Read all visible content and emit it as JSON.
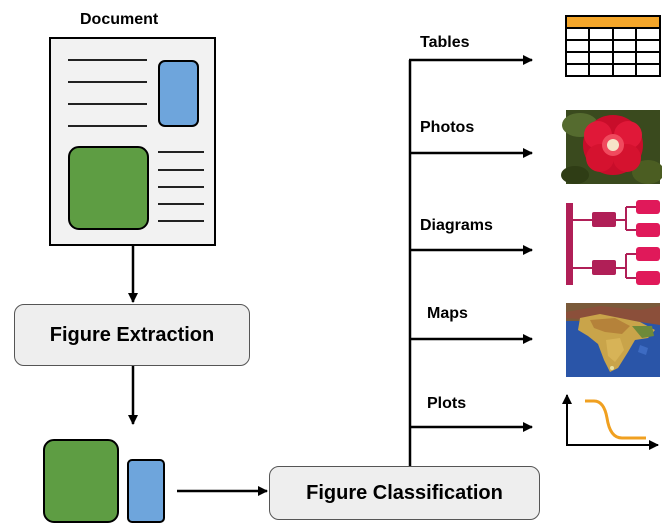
{
  "document": {
    "title": "Document"
  },
  "steps": {
    "extraction": "Figure Extraction",
    "classification": "Figure Classification"
  },
  "categories": [
    {
      "label": "Tables",
      "icon": "table-icon"
    },
    {
      "label": "Photos",
      "icon": "rose-photo-icon"
    },
    {
      "label": "Diagrams",
      "icon": "tree-diagram-icon"
    },
    {
      "label": "Maps",
      "icon": "india-map-icon"
    },
    {
      "label": "Plots",
      "icon": "line-plot-icon"
    }
  ],
  "colors": {
    "figure_green": "#5e9d43",
    "figure_blue": "#6ea5dc",
    "table_header": "#f4a62a",
    "diagram_magenta": "#b01f57",
    "plot_line": "#f0a020",
    "box_fill": "#eeeeee"
  }
}
